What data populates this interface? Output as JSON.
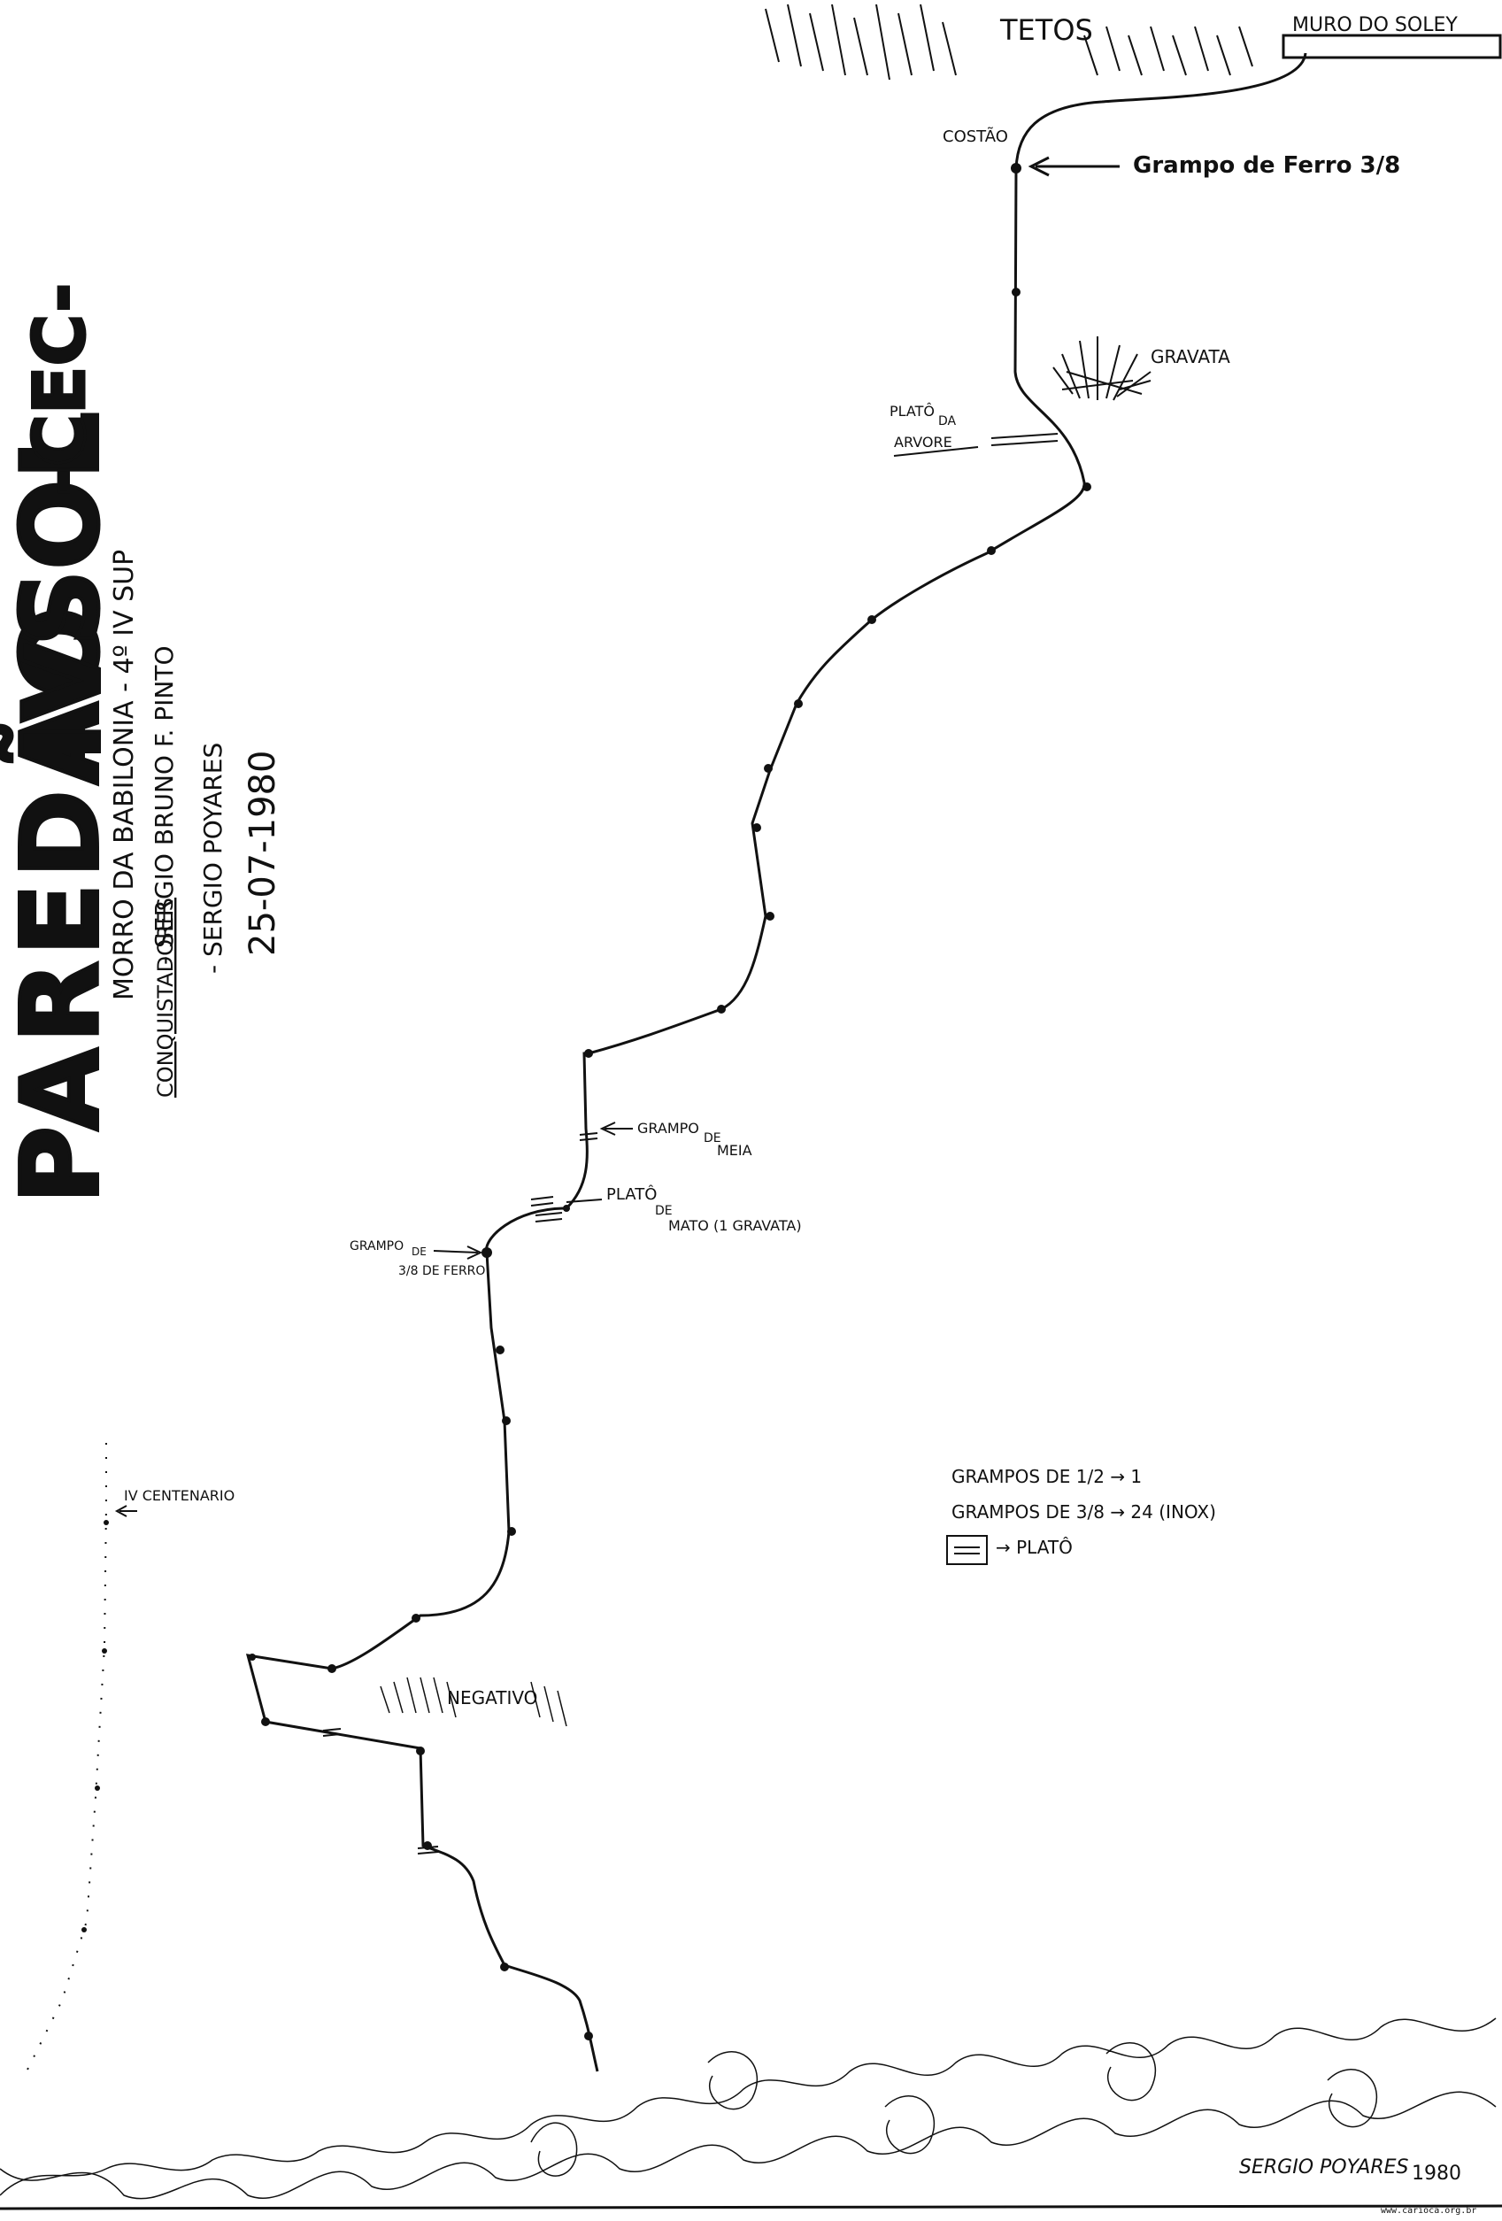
{
  "title": {
    "main": "PAREDÃO",
    "numeral": "IV",
    "sol": "SOL",
    "club": "-CEC-",
    "location": "MORRO DA BABILONIA - 4º IV SUP",
    "conquistadores_label": "CONQUISTADORES",
    "climber1": "- SERGIO BRUNO F. PINTO",
    "climber2": "- SERGIO POYARES",
    "date": "25-07-1980"
  },
  "labels": {
    "tetos": "TETOS",
    "muro": "MURO DO SOLEY",
    "costao": "COSTÃO",
    "grampo_ferro": "Grampo de Ferro 3/8",
    "gravata": "GRAVATA",
    "plato_arvore_1": "PLATÔ",
    "plato_arvore_2": "DA",
    "plato_arvore_3": "ARVORE",
    "grampo_meia_1": "GRAMPO",
    "grampo_meia_2": "DE",
    "grampo_meia_3": "MEIA",
    "plato_mato_1": "PLATÔ",
    "plato_mato_2": "DE",
    "plato_mato_3": "MATO (1 GRAVATA)",
    "grampo_38_1": "GRAMPO",
    "grampo_38_2": "DE",
    "grampo_38_3": "3/8 DE FERRO",
    "centenario": "IV CENTENARIO",
    "negativo": "NEGATIVO",
    "signature": "SERGIO POYARES",
    "year": "1980",
    "watermark": "www.carioca.org.br"
  },
  "legend": {
    "line1": "GRAMPOS DE 1/2 → 1",
    "line2": "GRAMPOS DE 3/8 → 24 (INOX)",
    "line3": "→ PLATÔ"
  },
  "colors": {
    "ink": "#111111",
    "paper": "#ffffff"
  }
}
